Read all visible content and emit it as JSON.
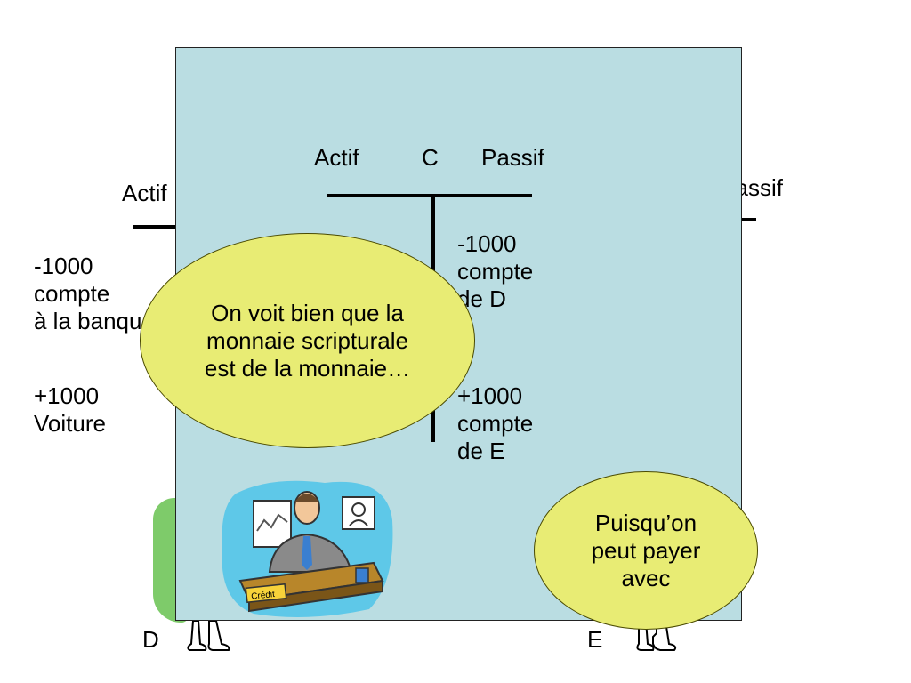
{
  "left_ledger": {
    "header_partial": "Actif",
    "entry_1": [
      "-1000",
      "compte",
      "à la banque"
    ],
    "entry_2": [
      "+1000",
      "Voiture"
    ],
    "person_label": "D"
  },
  "right_ledger": {
    "header_partial": "Passif",
    "person_label": "E"
  },
  "center_ledger": {
    "actif": "Actif",
    "name": "C",
    "passif": "Passif",
    "passif_entry_1": [
      "-1000",
      "compte",
      "de D"
    ],
    "passif_entry_2": [
      "+1000",
      "compte",
      "de E"
    ]
  },
  "callout_left": "On voit bien que la monnaie scripturale est de la monnaie…",
  "callout_right": "Puisqu’on peut payer avec",
  "clipart": {
    "desk_sign": "Crédit",
    "icon": "banker-at-desk-icon"
  },
  "colors": {
    "panel": "#badde2",
    "callout": "#e8ec74",
    "green_figure": "#7ecb6a",
    "orange_figure": "#f0845a"
  }
}
